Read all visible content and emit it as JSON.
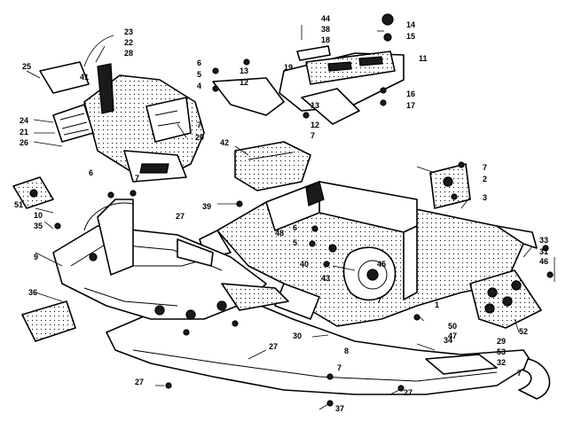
{
  "callouts": [
    {
      "id": "c1",
      "text": "44"
    },
    {
      "id": "c2",
      "text": "14"
    },
    {
      "id": "c3",
      "text": "38"
    },
    {
      "id": "c4",
      "text": "15"
    },
    {
      "id": "c5",
      "text": "18"
    },
    {
      "id": "c6",
      "text": "11"
    },
    {
      "id": "c7",
      "text": "19"
    },
    {
      "id": "c8",
      "text": "23"
    },
    {
      "id": "c9",
      "text": "22"
    },
    {
      "id": "c10",
      "text": "28"
    },
    {
      "id": "c11",
      "text": "25"
    },
    {
      "id": "c12",
      "text": "41"
    },
    {
      "id": "c13",
      "text": "6"
    },
    {
      "id": "c14",
      "text": "5"
    },
    {
      "id": "c15",
      "text": "4"
    },
    {
      "id": "c16",
      "text": "13"
    },
    {
      "id": "c17",
      "text": "12"
    },
    {
      "id": "c18",
      "text": "16"
    },
    {
      "id": "c19",
      "text": "17"
    },
    {
      "id": "c20",
      "text": "13"
    },
    {
      "id": "c21",
      "text": "12"
    },
    {
      "id": "c22",
      "text": "7"
    },
    {
      "id": "c23",
      "text": "7"
    },
    {
      "id": "c24",
      "text": "24"
    },
    {
      "id": "c25",
      "text": "21"
    },
    {
      "id": "c26",
      "text": "26"
    },
    {
      "id": "c27",
      "text": "20"
    },
    {
      "id": "c28",
      "text": "42"
    },
    {
      "id": "c29",
      "text": "7"
    },
    {
      "id": "c30",
      "text": "2"
    },
    {
      "id": "c31",
      "text": "3"
    },
    {
      "id": "c32",
      "text": "6"
    },
    {
      "id": "c33",
      "text": "7"
    },
    {
      "id": "c34",
      "text": "39"
    },
    {
      "id": "c35",
      "text": "27"
    },
    {
      "id": "c36",
      "text": "51"
    },
    {
      "id": "c37",
      "text": "10"
    },
    {
      "id": "c38",
      "text": "35"
    },
    {
      "id": "c39",
      "text": "48"
    },
    {
      "id": "c40",
      "text": "6"
    },
    {
      "id": "c41",
      "text": "5"
    },
    {
      "id": "c42",
      "text": "40"
    },
    {
      "id": "c43",
      "text": "45"
    },
    {
      "id": "c44",
      "text": "43"
    },
    {
      "id": "c45",
      "text": "7"
    },
    {
      "id": "c46",
      "text": "33"
    },
    {
      "id": "c47",
      "text": "31"
    },
    {
      "id": "c48",
      "text": "46"
    },
    {
      "id": "c49",
      "text": "9"
    },
    {
      "id": "c50",
      "text": "36"
    },
    {
      "id": "c51",
      "text": "1"
    },
    {
      "id": "c52",
      "text": "50"
    },
    {
      "id": "c53",
      "text": "47"
    },
    {
      "id": "c54",
      "text": "52"
    },
    {
      "id": "c55",
      "text": "29"
    },
    {
      "id": "c56",
      "text": "53"
    },
    {
      "id": "c57",
      "text": "32"
    },
    {
      "id": "c58",
      "text": "30"
    },
    {
      "id": "c59",
      "text": "8"
    },
    {
      "id": "c60",
      "text": "34"
    },
    {
      "id": "c61",
      "text": "27"
    },
    {
      "id": "c62",
      "text": "7"
    },
    {
      "id": "c63",
      "text": "27"
    },
    {
      "id": "c64",
      "text": "27"
    },
    {
      "id": "c65",
      "text": "37"
    },
    {
      "id": "c66",
      "text": "7"
    }
  ]
}
